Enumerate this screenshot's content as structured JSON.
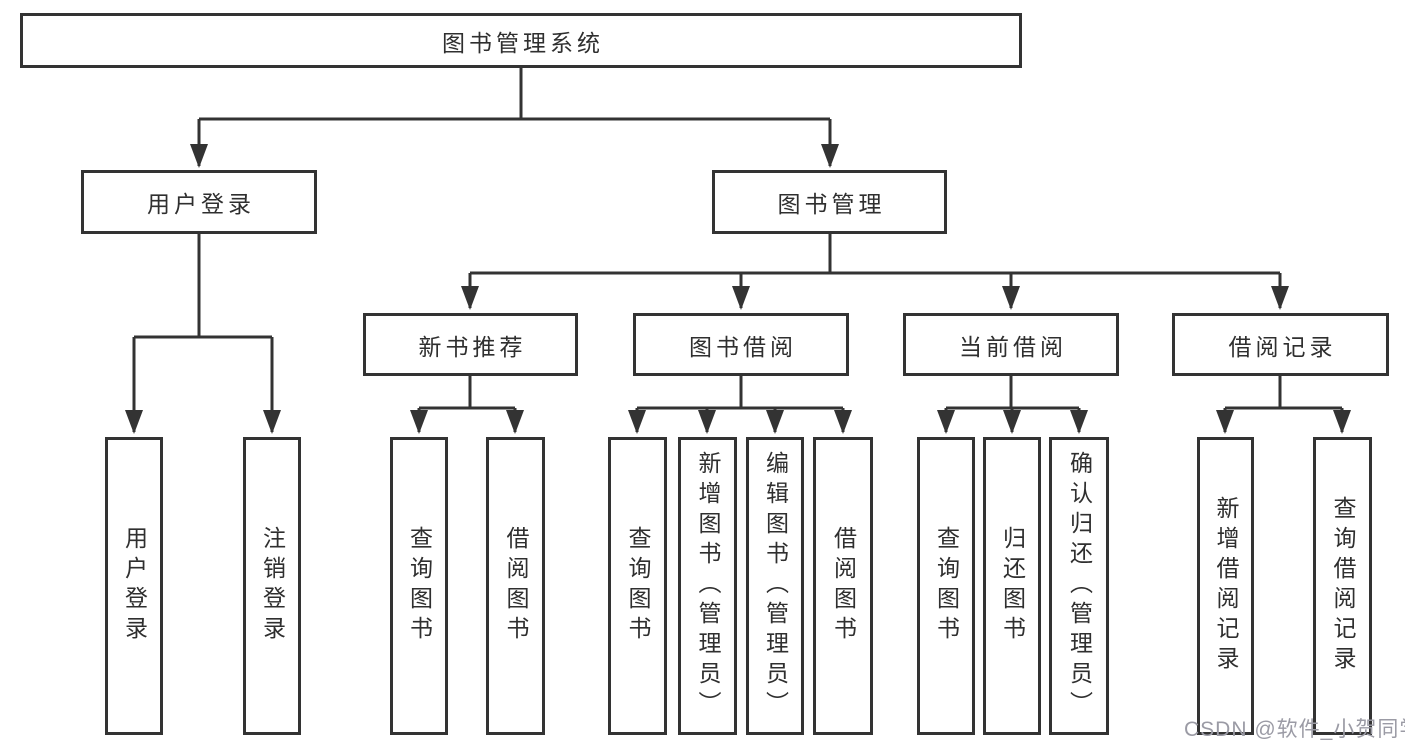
{
  "tree": {
    "label": "图书管理系统",
    "children": [
      {
        "label": "用户登录",
        "children": [
          {
            "label": "用户登录"
          },
          {
            "label": "注销登录"
          }
        ]
      },
      {
        "label": "图书管理",
        "children": [
          {
            "label": "新书推荐",
            "children": [
              {
                "label": "查询图书"
              },
              {
                "label": "借阅图书"
              }
            ]
          },
          {
            "label": "图书借阅",
            "children": [
              {
                "label": "查询图书"
              },
              {
                "label": "新增图书（管理员）"
              },
              {
                "label": "编辑图书（管理员）"
              },
              {
                "label": "借阅图书"
              }
            ]
          },
          {
            "label": "当前借阅",
            "children": [
              {
                "label": "查询图书"
              },
              {
                "label": "归还图书"
              },
              {
                "label": "确认归还（管理员）"
              }
            ]
          },
          {
            "label": "借阅记录",
            "children": [
              {
                "label": "新增借阅记录"
              },
              {
                "label": "查询借阅记录"
              }
            ]
          }
        ]
      }
    ]
  },
  "watermark": "CSDN @软件_小贺同学",
  "colors": {
    "line": "#333333",
    "text": "#2f2f2f",
    "watermark": "#9b9ba5"
  }
}
